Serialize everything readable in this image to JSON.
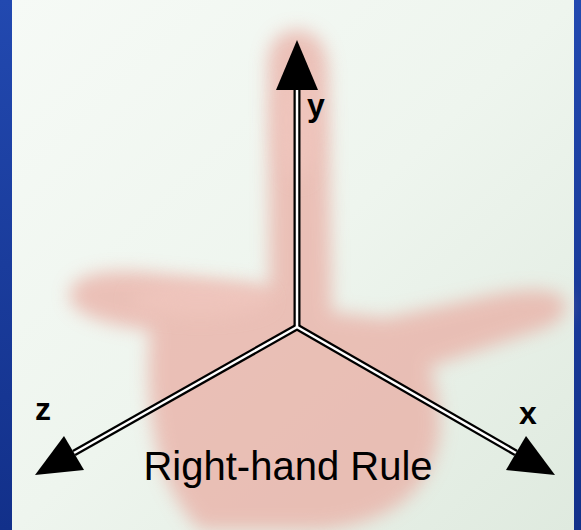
{
  "diagram": {
    "labels": [
      "y",
      "z",
      "x",
      "Right-hand Rule"
    ]
  }
}
